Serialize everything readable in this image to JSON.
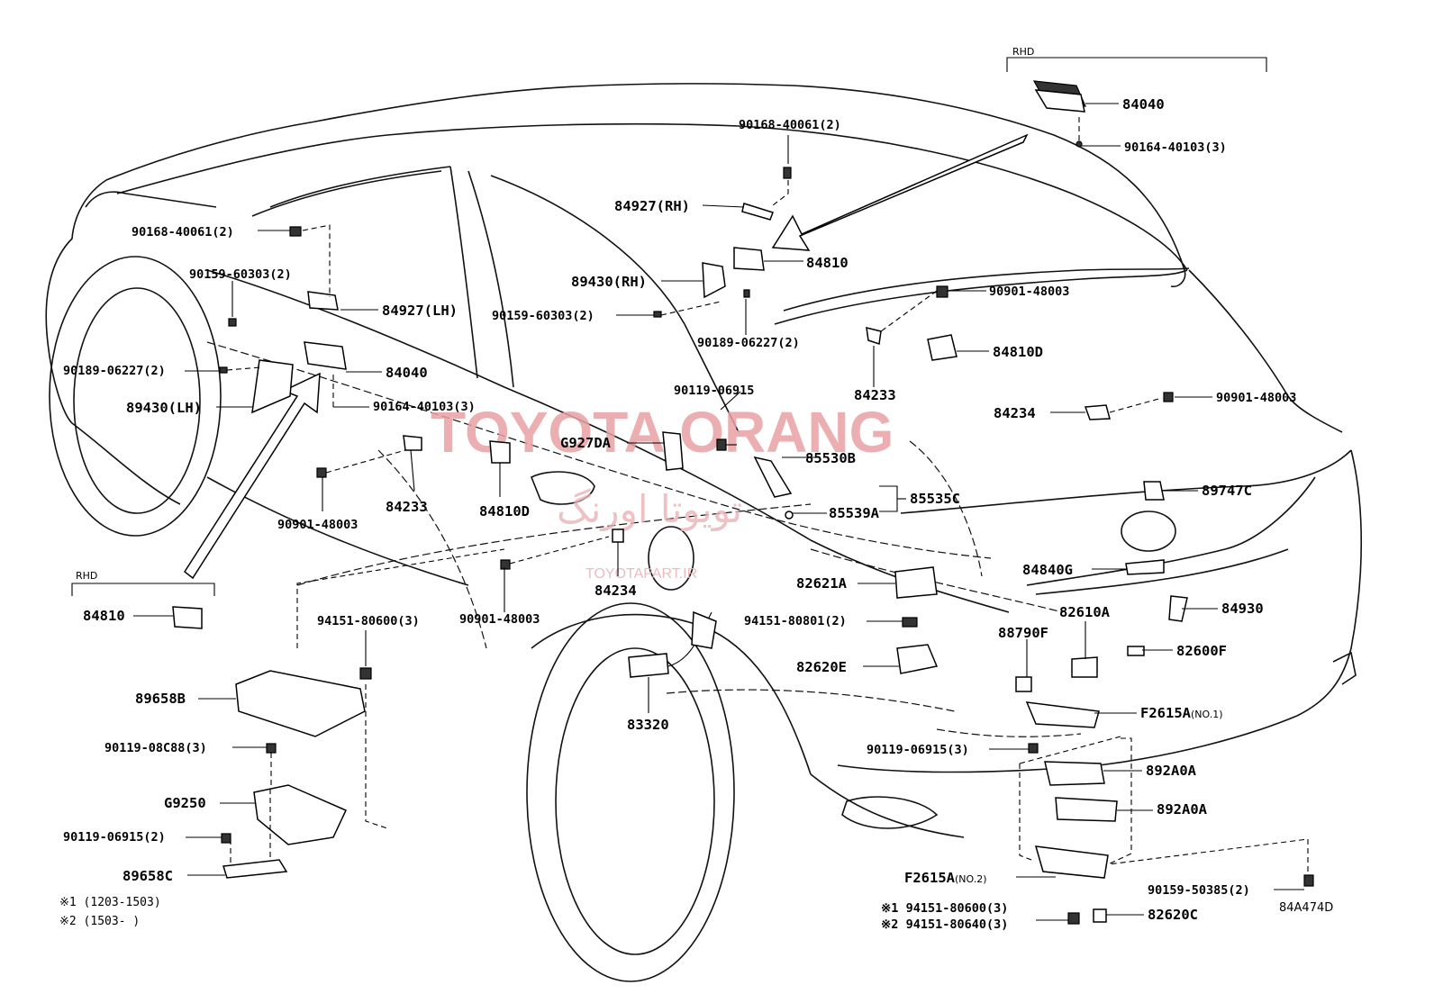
{
  "diagram_code": "84A474D",
  "watermark": {
    "brand": "TOYOTA ORANG",
    "brand_fa": "تویوتا اورنگ",
    "site": "TOYOTAPART.IR"
  },
  "rhd_labels": {
    "top": "RHD",
    "left": "RHD"
  },
  "notes": {
    "n1": "※1 (1203-1503)",
    "n2": "※2 (1503-       )"
  },
  "labels": {
    "p_84040_top": "84040",
    "p_90164_top": "90164-40103(3)",
    "p_90168_top": "90168-40061(2)",
    "p_84927_rh": "84927(RH)",
    "p_84810_top": "84810",
    "p_89430_rh": "89430(RH)",
    "p_90159_mid": "90159-60303(2)",
    "p_90189_mid": "90189-06227(2)",
    "p_90901_right": "90901-48003",
    "p_84810d_right": "84810D",
    "p_84233_right": "84233",
    "p_84234_right": "84234",
    "p_90901_right2": "90901-48003",
    "p_90168_left": "90168-40061(2)",
    "p_90159_left": "90159-60303(2)",
    "p_84927_lh": "84927(LH)",
    "p_90189_left": "90189-06227(2)",
    "p_84040_left": "84040",
    "p_89430_lh": "89430(LH)",
    "p_90164_left": "90164-40103(3)",
    "p_90119_06915": "90119-06915",
    "p_g927da": "G927DA",
    "p_85530b": "85530B",
    "p_85535c": "85535C",
    "p_85539a": "85539A",
    "p_89747c": "89747C",
    "p_84233_left": "84233",
    "p_84810d_left": "84810D",
    "p_90901_left": "90901-48003",
    "p_82621a": "82621A",
    "p_84840g": "84840G",
    "p_84810_rhd": "84810",
    "p_94151_80600": "94151-80600(3)",
    "p_90901_mid": "90901-48003",
    "p_84234_mid": "84234",
    "p_94151_80801": "94151-80801(2)",
    "p_82610a": "82610A",
    "p_84930": "84930",
    "p_88790f": "88790F",
    "p_82600f": "82600F",
    "p_82620e": "82620E",
    "p_89658b": "89658B",
    "p_83320": "83320",
    "p_f2615a_no1": "F2615A",
    "p_f2615a_no1_suffix": "(NO.1)",
    "p_90119_06915_3": "90119-06915(3)",
    "p_90119_08c88": "90119-08C88(3)",
    "p_892a0a_1": "892A0A",
    "p_892a0a_2": "892A0A",
    "p_g9250": "G9250",
    "p_90119_06915_2": "90119-06915(2)",
    "p_89658c": "89658C",
    "p_f2615a_no2": "F2615A",
    "p_f2615a_no2_suffix": "(NO.2)",
    "p_90159_50385": "90159-50385(2)",
    "p_94151_80600_b": "※1 94151-80600(3)",
    "p_94151_80640": "※2 94151-80640(3)",
    "p_82620c": "82620C"
  }
}
